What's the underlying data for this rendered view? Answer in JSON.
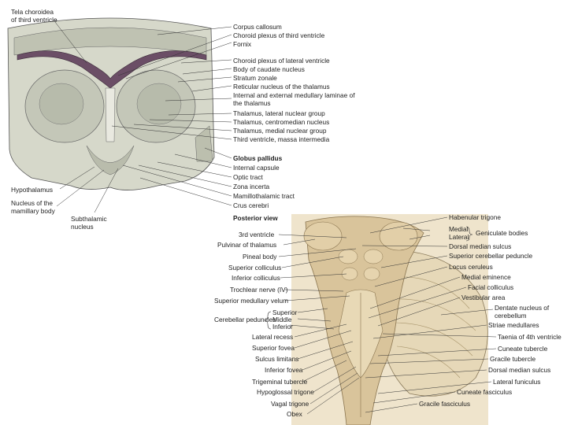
{
  "top_figure": {
    "left_labels": {
      "tela": "Tela choroidea of third ventricle",
      "hypothalamus": "Hypothalamus",
      "mamillary_nucleus": "Nucleus of the mamillary body",
      "subthalamic": "Subthalamic nucleus"
    },
    "right_labels": [
      "Corpus callosum",
      "Choroid plexus of third ventricle",
      "Fornix",
      "Choroid plexus of lateral ventricle",
      "Body of caudate nucleus",
      "Stratum zonale",
      "Reticular nucleus of the thalamus",
      "Internal and external medullary laminae of the thalamus",
      "Thalamus, lateral nuclear group",
      "Thalamus, centromedian nucleus",
      "Thalamus, medial nuclear group",
      "Third ventricle, massa intermedia"
    ],
    "right_labels_lower": [
      "Globus pallidus",
      "Internal capsule",
      "Optic tract",
      "Zona incerta",
      "Mamillothalamic tract",
      "Crus cerebri"
    ]
  },
  "bottom_figure": {
    "title": "Posterior view",
    "left_labels": [
      "3rd ventricle",
      "Pulvinar of thalamus",
      "Pineal body",
      "Superior colliculus",
      "Inferior colliculus",
      "Trochlear nerve (IV)",
      "Superior medullary velum",
      "Lateral recess",
      "Superior fovea",
      "Sulcus limitans",
      "Inferior fovea",
      "Trigeminal tubercle",
      "Hypoglossal trigone",
      "Vagal trigone",
      "Obex"
    ],
    "peduncles": {
      "group": "Cerebellar peduncles",
      "items": [
        "Superior",
        "Middle",
        "Inferior"
      ]
    },
    "right_labels": [
      "Habenular trigone",
      "Dorsal median sulcus",
      "Superior cerebellar peduncle",
      "Locus ceruleus",
      "Medial eminence",
      "Facial colliculus",
      "Vestibular area",
      "Dentate nucleus of cerebellum",
      "Striae medullares",
      "Taenia of 4th ventricle",
      "Cuneate tubercle",
      "Gracile tubercle",
      "Dorsal median sulcus",
      "Lateral funiculus",
      "Cuneate fasciculus",
      "Gracile fasciculus"
    ],
    "geniculate": {
      "group": "Geniculate bodies",
      "items": [
        "Medial",
        "Lateral"
      ]
    }
  },
  "colors": {
    "brain_gray": "#c9cbbd",
    "choroid_purple": "#8c6b86",
    "stem_tan": "#d9c49b",
    "leader_line": "#333333"
  }
}
